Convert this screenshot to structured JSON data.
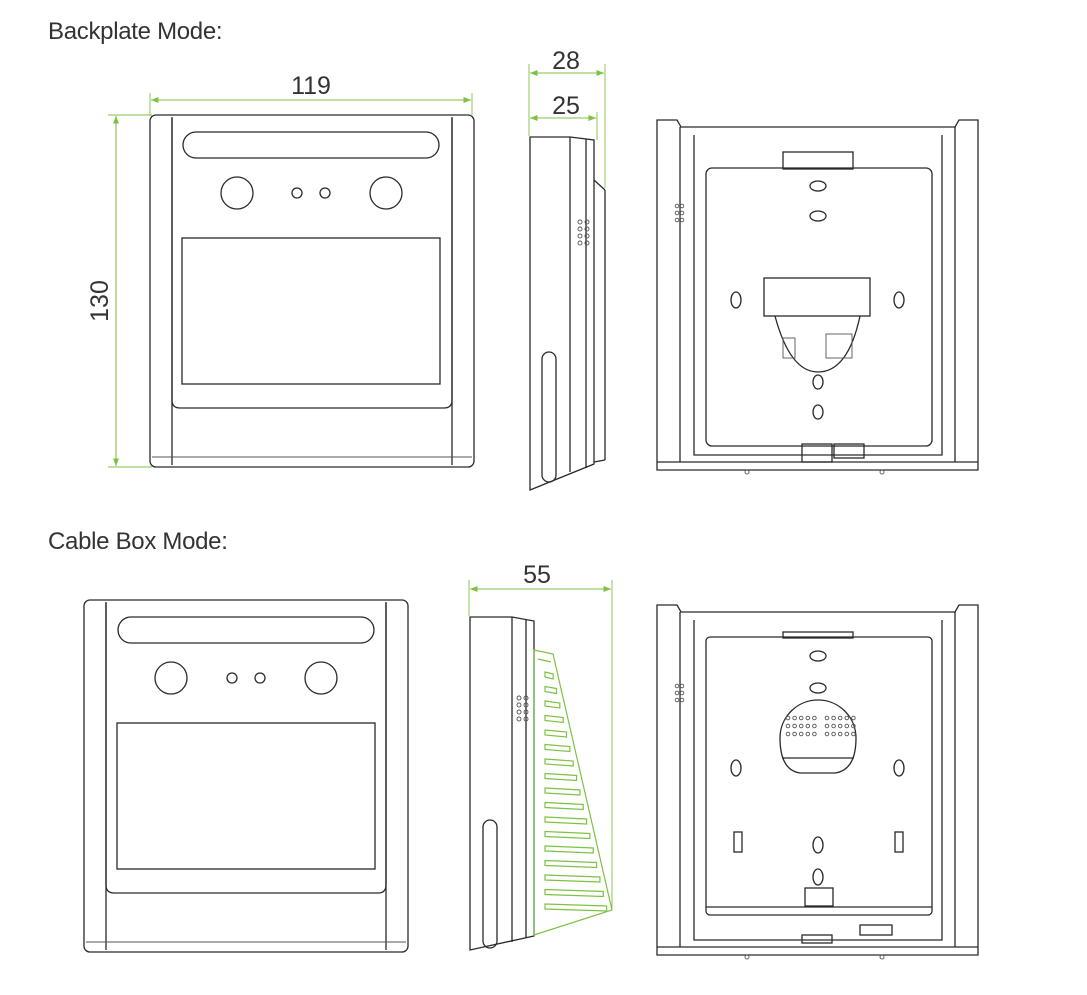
{
  "sections": [
    {
      "heading": "Backplate Mode:"
    },
    {
      "heading": "Cable Box Mode:"
    }
  ],
  "dimensions": {
    "width": "119",
    "height": "130",
    "depth_total": "28",
    "depth_body": "25",
    "depth_cable_box": "55"
  },
  "colors": {
    "dimension_line": "#7dc242",
    "outline": "#2a2a2a",
    "text": "#333333"
  }
}
